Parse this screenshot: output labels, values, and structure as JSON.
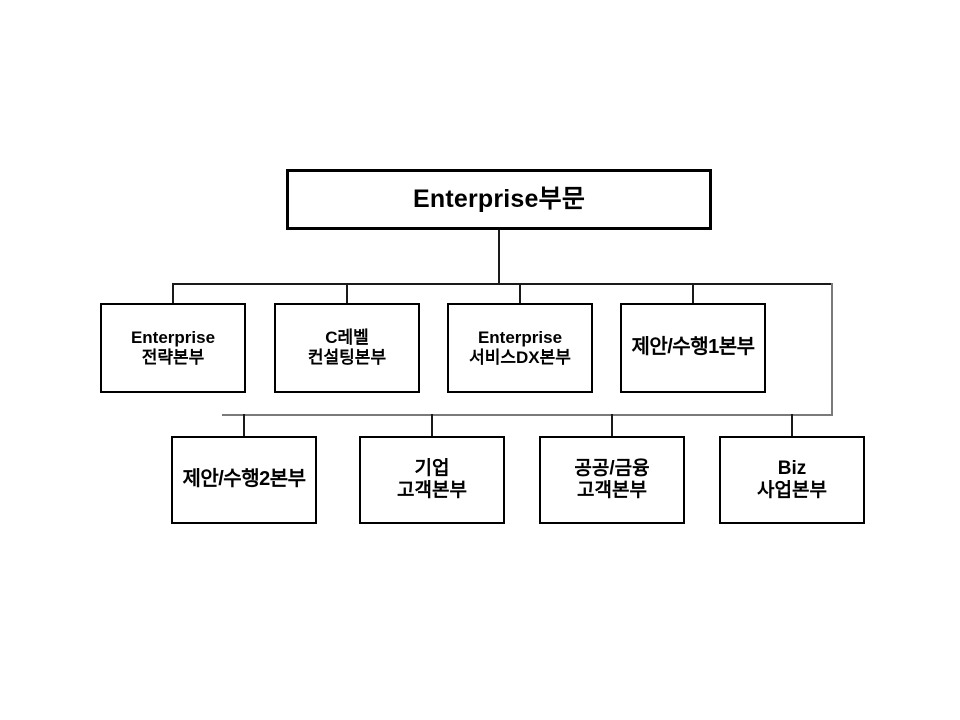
{
  "diagram": {
    "type": "organization-chart",
    "background_color": "#ffffff",
    "line_color": "#000000",
    "box_border_color": "#000000",
    "text_color": "#000000",
    "root": {
      "id": "enterprise-division",
      "label": "Enterprise부문"
    },
    "level2": [
      {
        "id": "enterprise-strategy",
        "label": "Enterprise\n전략본부"
      },
      {
        "id": "c-level-consulting",
        "label": "C레벨\n컨설팅본부"
      },
      {
        "id": "enterprise-service-dx",
        "label": "Enterprise\n서비스DX본부"
      },
      {
        "id": "proposal-execution-1",
        "label": "제안/수행1본부"
      }
    ],
    "level3": [
      {
        "id": "proposal-execution-2",
        "label": "제안/수행2본부"
      },
      {
        "id": "corporate-customer",
        "label": "기업\n고객본부"
      },
      {
        "id": "public-finance-customer",
        "label": "공공/금융\n고객본부"
      },
      {
        "id": "biz-business",
        "label": "Biz\n사업본부"
      }
    ]
  }
}
